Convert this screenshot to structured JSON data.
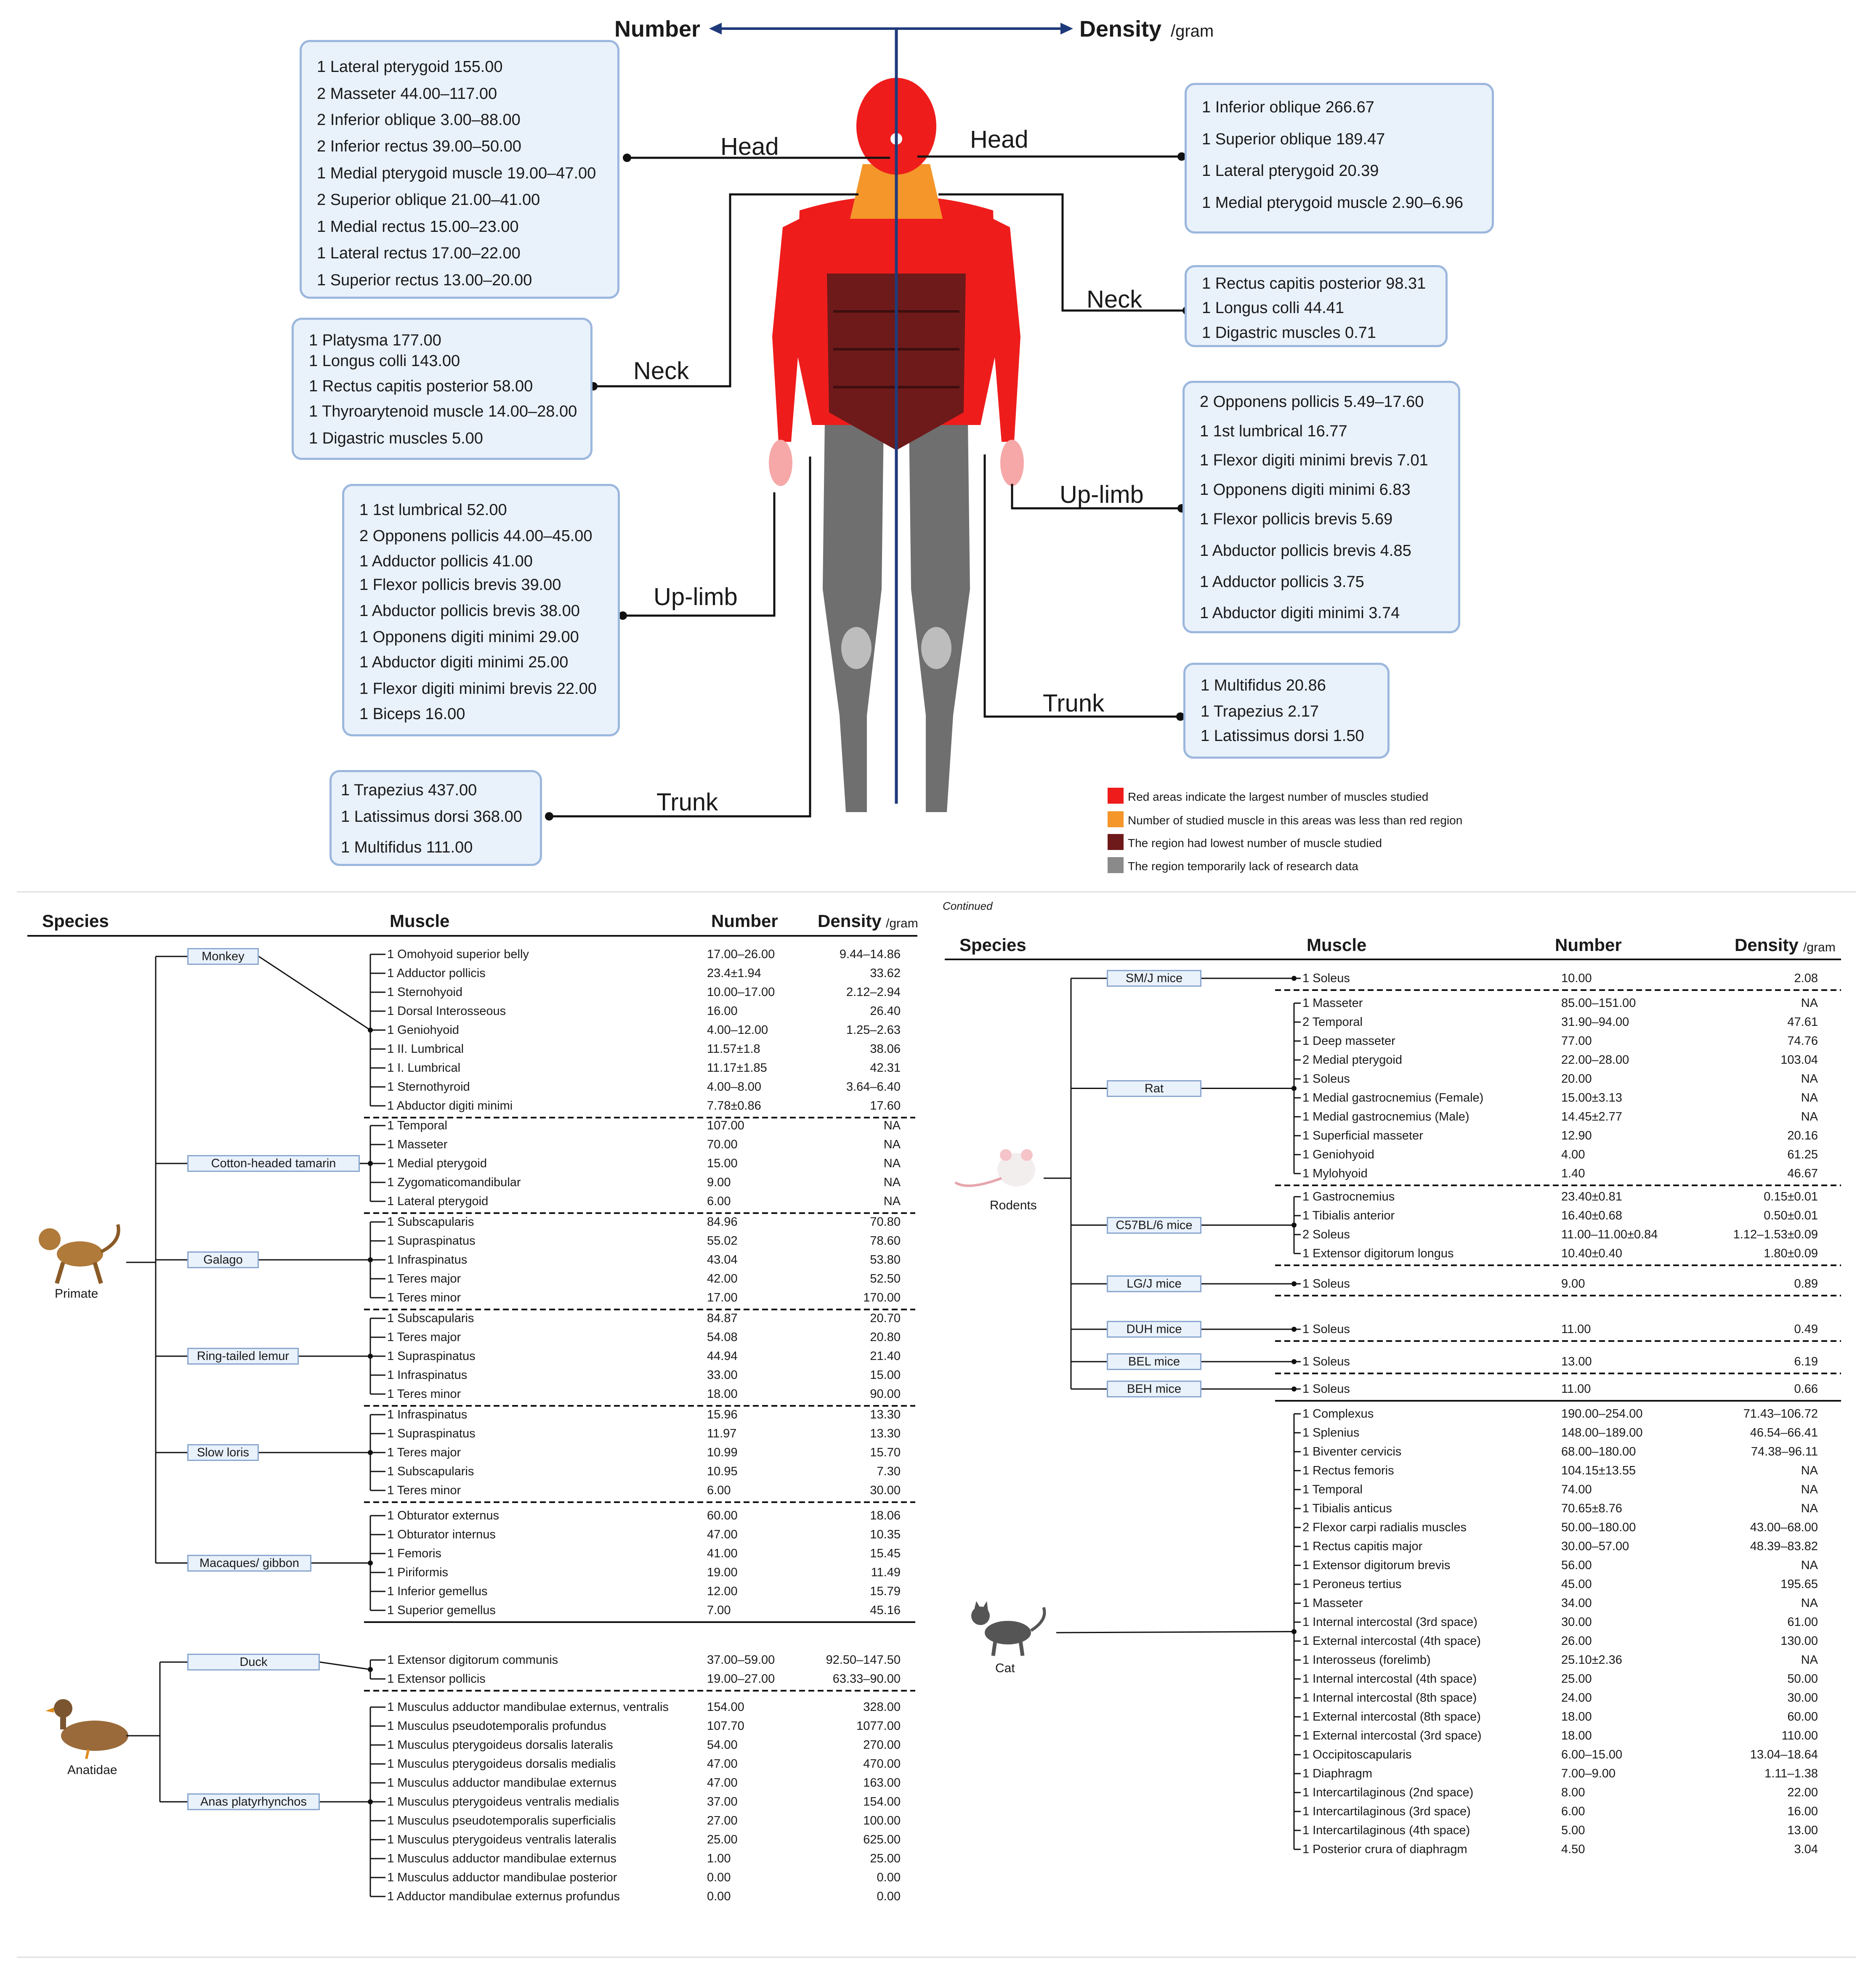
{
  "top": {
    "number_label": "Number",
    "density_label": "Density",
    "density_unit": "/gram",
    "regions": {
      "head": "Head",
      "neck": "Neck",
      "uplimb": "Up-limb",
      "trunk": "Trunk"
    },
    "left_boxes": {
      "head": [
        "1 Lateral pterygoid 155.00",
        "2 Masseter 44.00–117.00",
        "2 Inferior oblique 3.00–88.00",
        "2 Inferior rectus 39.00–50.00",
        "1 Medial pterygoid muscle 19.00–47.00",
        "2 Superior oblique 21.00–41.00",
        "1 Medial rectus 15.00–23.00",
        "1 Lateral rectus 17.00–22.00",
        "1 Superior rectus 13.00–20.00"
      ],
      "neck": [
        "1 Platysma 177.00",
        "1 Longus colli 143.00",
        "1 Rectus capitis posterior 58.00",
        "1 Thyroarytenoid muscle 14.00–28.00",
        "1 Digastric muscles 5.00"
      ],
      "uplimb": [
        "1 1st lumbrical 52.00",
        "2 Opponens pollicis 44.00–45.00",
        "1 Adductor pollicis 41.00",
        "1 Flexor pollicis brevis 39.00",
        "1 Abductor pollicis brevis 38.00",
        "1 Opponens digiti minimi 29.00",
        "1 Abductor digiti minimi 25.00",
        "1 Flexor digiti minimi brevis 22.00",
        "1 Biceps 16.00"
      ],
      "trunk": [
        "1 Trapezius 437.00",
        "1 Latissimus dorsi 368.00",
        "1 Multifidus 111.00"
      ]
    },
    "right_boxes": {
      "head": [
        "1 Inferior oblique 266.67",
        "1 Superior oblique 189.47",
        "1 Lateral pterygoid 20.39",
        "1 Medial pterygoid muscle 2.90–6.96"
      ],
      "neck": [
        "1 Rectus capitis posterior 98.31",
        "1 Longus colli 44.41",
        "1 Digastric muscles 0.71"
      ],
      "uplimb": [
        "2 Opponens pollicis 5.49–17.60",
        "1 1st lumbrical 16.77",
        "1 Flexor digiti minimi brevis 7.01",
        "1 Opponens digiti minimi 6.83",
        "1 Flexor pollicis brevis 5.69",
        "1 Abductor pollicis brevis 4.85",
        "1 Adductor pollicis 3.75",
        "1 Abductor digiti minimi 3.74"
      ],
      "trunk": [
        "1 Multifidus 20.86",
        "1 Trapezius 2.17",
        "1 Latissimus dorsi 1.50"
      ]
    },
    "legend": [
      {
        "color": "#ef1c1c",
        "text": "Red areas indicate the largest number of muscles studied"
      },
      {
        "color": "#f4962a",
        "text": "Number of studied muscle in this areas was less than red region"
      },
      {
        "color": "#6e1a1a",
        "text": "The region had lowest number of muscle studied"
      },
      {
        "color": "#8a8a8a",
        "text": "The region temporarily lack of research data"
      }
    ]
  },
  "left_table": {
    "headers": {
      "species": "Species",
      "muscle": "Muscle",
      "number": "Number",
      "density": "Density",
      "density_unit": "/gram"
    },
    "groups": [
      {
        "name": "Primate",
        "species": [
          {
            "name": "Monkey",
            "rows": [
              [
                "1 Omohyoid superior belly",
                "17.00–26.00",
                "9.44–14.86"
              ],
              [
                "1 Adductor pollicis",
                "23.4±1.94",
                "33.62"
              ],
              [
                "1 Sternohyoid",
                "10.00–17.00",
                "2.12–2.94"
              ],
              [
                "1 Dorsal Interosseous",
                "16.00",
                "26.40"
              ],
              [
                "1 Geniohyoid",
                "4.00–12.00",
                "1.25–2.63"
              ],
              [
                "1 II. Lumbrical",
                "11.57±1.8",
                "38.06"
              ],
              [
                "1 I. Lumbrical",
                "11.17±1.85",
                "42.31"
              ],
              [
                "1 Sternothyroid",
                "4.00–8.00",
                "3.64–6.40"
              ],
              [
                "1 Abductor digiti minimi",
                "7.78±0.86",
                "17.60"
              ]
            ]
          },
          {
            "name": "Cotton-headed tamarin",
            "rows": [
              [
                "1 Temporal",
                "107.00",
                "NA"
              ],
              [
                "1 Masseter",
                "70.00",
                "NA"
              ],
              [
                "1 Medial pterygoid",
                "15.00",
                "NA"
              ],
              [
                "1 Zygomaticomandibular",
                "9.00",
                "NA"
              ],
              [
                "1 Lateral pterygoid",
                "6.00",
                "NA"
              ]
            ]
          },
          {
            "name": "Galago",
            "rows": [
              [
                "1 Subscapularis",
                "84.96",
                "70.80"
              ],
              [
                "1 Supraspinatus",
                "55.02",
                "78.60"
              ],
              [
                "1 Infraspinatus",
                "43.04",
                "53.80"
              ],
              [
                "1 Teres major",
                "42.00",
                "52.50"
              ],
              [
                "1 Teres minor",
                "17.00",
                "170.00"
              ]
            ]
          },
          {
            "name": "Ring-tailed lemur",
            "rows": [
              [
                "1 Subscapularis",
                "84.87",
                "20.70"
              ],
              [
                "1 Teres major",
                "54.08",
                "20.80"
              ],
              [
                "1 Supraspinatus",
                "44.94",
                "21.40"
              ],
              [
                "1 Infraspinatus",
                "33.00",
                "15.00"
              ],
              [
                "1 Teres minor",
                "18.00",
                "90.00"
              ]
            ]
          },
          {
            "name": "Slow loris",
            "rows": [
              [
                "1 Infraspinatus",
                "15.96",
                "13.30"
              ],
              [
                "1 Supraspinatus",
                "11.97",
                "13.30"
              ],
              [
                "1 Teres major",
                "10.99",
                "15.70"
              ],
              [
                "1 Subscapularis",
                "10.95",
                "7.30"
              ],
              [
                "1 Teres minor",
                "6.00",
                "30.00"
              ]
            ]
          },
          {
            "name": "Macaques/ gibbon",
            "rows": [
              [
                "1 Obturator externus",
                "60.00",
                "18.06"
              ],
              [
                "1 Obturator internus",
                "47.00",
                "10.35"
              ],
              [
                "1 Femoris",
                "41.00",
                "15.45"
              ],
              [
                "1 Piriformis",
                "19.00",
                "11.49"
              ],
              [
                "1 Inferior gemellus",
                "12.00",
                "15.79"
              ],
              [
                "1 Superior gemellus",
                "7.00",
                "45.16"
              ]
            ]
          }
        ]
      },
      {
        "name": "Anatidae",
        "species": [
          {
            "name": "Duck",
            "rows": [
              [
                "1 Extensor digitorum communis",
                "37.00–59.00",
                "92.50–147.50"
              ],
              [
                "1 Extensor pollicis",
                "19.00–27.00",
                "63.33–90.00"
              ]
            ]
          },
          {
            "name": "Anas platyrhynchos",
            "rows": [
              [
                "1 Musculus adductor mandibulae externus, ventralis",
                "154.00",
                "328.00"
              ],
              [
                "1 Musculus pseudotemporalis profundus",
                "107.70",
                "1077.00"
              ],
              [
                "1 Musculus pterygoideus dorsalis lateralis",
                "54.00",
                "270.00"
              ],
              [
                "1 Musculus pterygoideus dorsalis medialis",
                "47.00",
                "470.00"
              ],
              [
                "1 Musculus adductor mandibulae externus",
                "47.00",
                "163.00"
              ],
              [
                "1 Musculus pterygoideus ventralis medialis",
                "37.00",
                "154.00"
              ],
              [
                "1 Musculus pseudotemporalis superficialis",
                "27.00",
                "100.00"
              ],
              [
                "1 Musculus pterygoideus ventralis lateralis",
                "25.00",
                "625.00"
              ],
              [
                "1 Musculus adductor mandibulae externus",
                "1.00",
                "25.00"
              ],
              [
                "1 Musculus adductor mandibulae posterior",
                "0.00",
                "0.00"
              ],
              [
                "1 Adductor mandibulae externus profundus",
                "0.00",
                "0.00"
              ]
            ]
          }
        ]
      }
    ]
  },
  "right_table": {
    "continued": "Continued",
    "headers": {
      "species": "Species",
      "muscle": "Muscle",
      "number": "Number",
      "density": "Density",
      "density_unit": "/gram"
    },
    "groups": [
      {
        "name": "Rodents",
        "species": [
          {
            "name": "SM/J mice",
            "rows": [
              [
                "1 Soleus",
                "10.00",
                "2.08"
              ]
            ]
          },
          {
            "name": "Rat",
            "rows": [
              [
                "1 Masseter",
                "85.00–151.00",
                "NA"
              ],
              [
                "2 Temporal",
                "31.90–94.00",
                "47.61"
              ],
              [
                "1 Deep masseter",
                "77.00",
                "74.76"
              ],
              [
                "2 Medial pterygoid",
                "22.00–28.00",
                "103.04"
              ],
              [
                "1 Soleus",
                "20.00",
                "NA"
              ],
              [
                "1 Medial gastrocnemius (Female)",
                "15.00±3.13",
                "NA"
              ],
              [
                "1 Medial gastrocnemius (Male)",
                "14.45±2.77",
                "NA"
              ],
              [
                "1 Superficial masseter",
                "12.90",
                "20.16"
              ],
              [
                "1 Geniohyoid",
                "4.00",
                "61.25"
              ],
              [
                "1 Mylohyoid",
                "1.40",
                "46.67"
              ]
            ]
          },
          {
            "name": "C57BL/6 mice",
            "rows": [
              [
                "1 Gastrocnemius",
                "23.40±0.81",
                "0.15±0.01"
              ],
              [
                "1 Tibialis anterior",
                "16.40±0.68",
                "0.50±0.01"
              ],
              [
                "2 Soleus",
                "11.00–11.00±0.84",
                "1.12–1.53±0.09"
              ],
              [
                "1 Extensor digitorum longus",
                "10.40±0.40",
                "1.80±0.09"
              ]
            ]
          },
          {
            "name": "LG/J mice",
            "rows": [
              [
                "1 Soleus",
                "9.00",
                "0.89"
              ]
            ]
          },
          {
            "name": "DUH mice",
            "rows": [
              [
                "1 Soleus",
                "11.00",
                "0.49"
              ]
            ]
          },
          {
            "name": "BEL mice",
            "rows": [
              [
                "1 Soleus",
                "13.00",
                "6.19"
              ]
            ]
          },
          {
            "name": "BEH mice",
            "rows": [
              [
                "1 Soleus",
                "11.00",
                "0.66"
              ]
            ]
          }
        ]
      },
      {
        "name": "Cat",
        "species": [
          {
            "name": "",
            "rows": [
              [
                "1 Complexus",
                "190.00–254.00",
                "71.43–106.72"
              ],
              [
                "1 Splenius",
                "148.00–189.00",
                "46.54–66.41"
              ],
              [
                "1 Biventer cervicis",
                "68.00–180.00",
                "74.38–96.11"
              ],
              [
                "1 Rectus femoris",
                "104.15±13.55",
                "NA"
              ],
              [
                "1 Temporal",
                "74.00",
                "NA"
              ],
              [
                "1 Tibialis anticus",
                "70.65±8.76",
                "NA"
              ],
              [
                "2 Flexor carpi radialis muscles",
                "50.00–180.00",
                "43.00–68.00"
              ],
              [
                "1 Rectus capitis major",
                "30.00–57.00",
                "48.39–83.82"
              ],
              [
                "1 Extensor digitorum brevis",
                "56.00",
                "NA"
              ],
              [
                "1 Peroneus tertius",
                "45.00",
                "195.65"
              ],
              [
                "1 Masseter",
                "34.00",
                "NA"
              ],
              [
                "1 Internal intercostal (3rd   space)",
                "30.00",
                "61.00"
              ],
              [
                "1 External intercostal (4th   space)",
                "26.00",
                "130.00"
              ],
              [
                "1 Interosseus (forelimb)",
                "25.10±2.36",
                "NA"
              ],
              [
                "1 Internal intercostal (4th space)",
                "25.00",
                "50.00"
              ],
              [
                "1 Internal intercostal (8th space)",
                "24.00",
                "30.00"
              ],
              [
                "1 External intercostal (8th space)",
                "18.00",
                "60.00"
              ],
              [
                "1 External intercostal (3rd space)",
                "18.00",
                "110.00"
              ],
              [
                "1 Occipitoscapularis",
                "6.00–15.00",
                "13.04–18.64"
              ],
              [
                "1 Diaphragm",
                "7.00–9.00",
                "1.11–1.38"
              ],
              [
                "1 Intercartilaginous (2nd space)",
                "8.00",
                "22.00"
              ],
              [
                "1 Intercartilaginous (3rd space)",
                "6.00",
                "16.00"
              ],
              [
                "1 Intercartilaginous (4th space)",
                "5.00",
                "13.00"
              ],
              [
                "1 Posterior crura of diaphragm",
                "4.50",
                "3.04"
              ]
            ]
          }
        ]
      }
    ]
  }
}
